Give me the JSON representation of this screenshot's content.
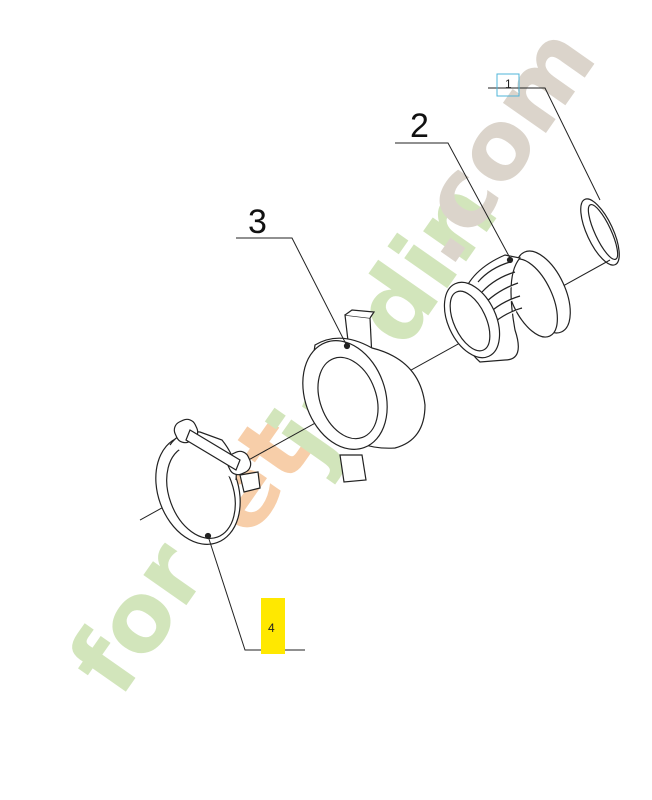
{
  "callouts": {
    "c1": "1",
    "c2": "2",
    "c3": "3",
    "c4": "4"
  },
  "watermark": {
    "text_part1": "for",
    "text_part2": "et",
    "text_part3": "jardin",
    "text_part4": ".com"
  },
  "colors": {
    "line": "#222222",
    "highlight": "#ffe800",
    "highlight_box_border": "#4fb5d9",
    "wm_green": "#cde3b4",
    "wm_orange": "#f6c9a0",
    "wm_gray": "#d7d0c6"
  }
}
